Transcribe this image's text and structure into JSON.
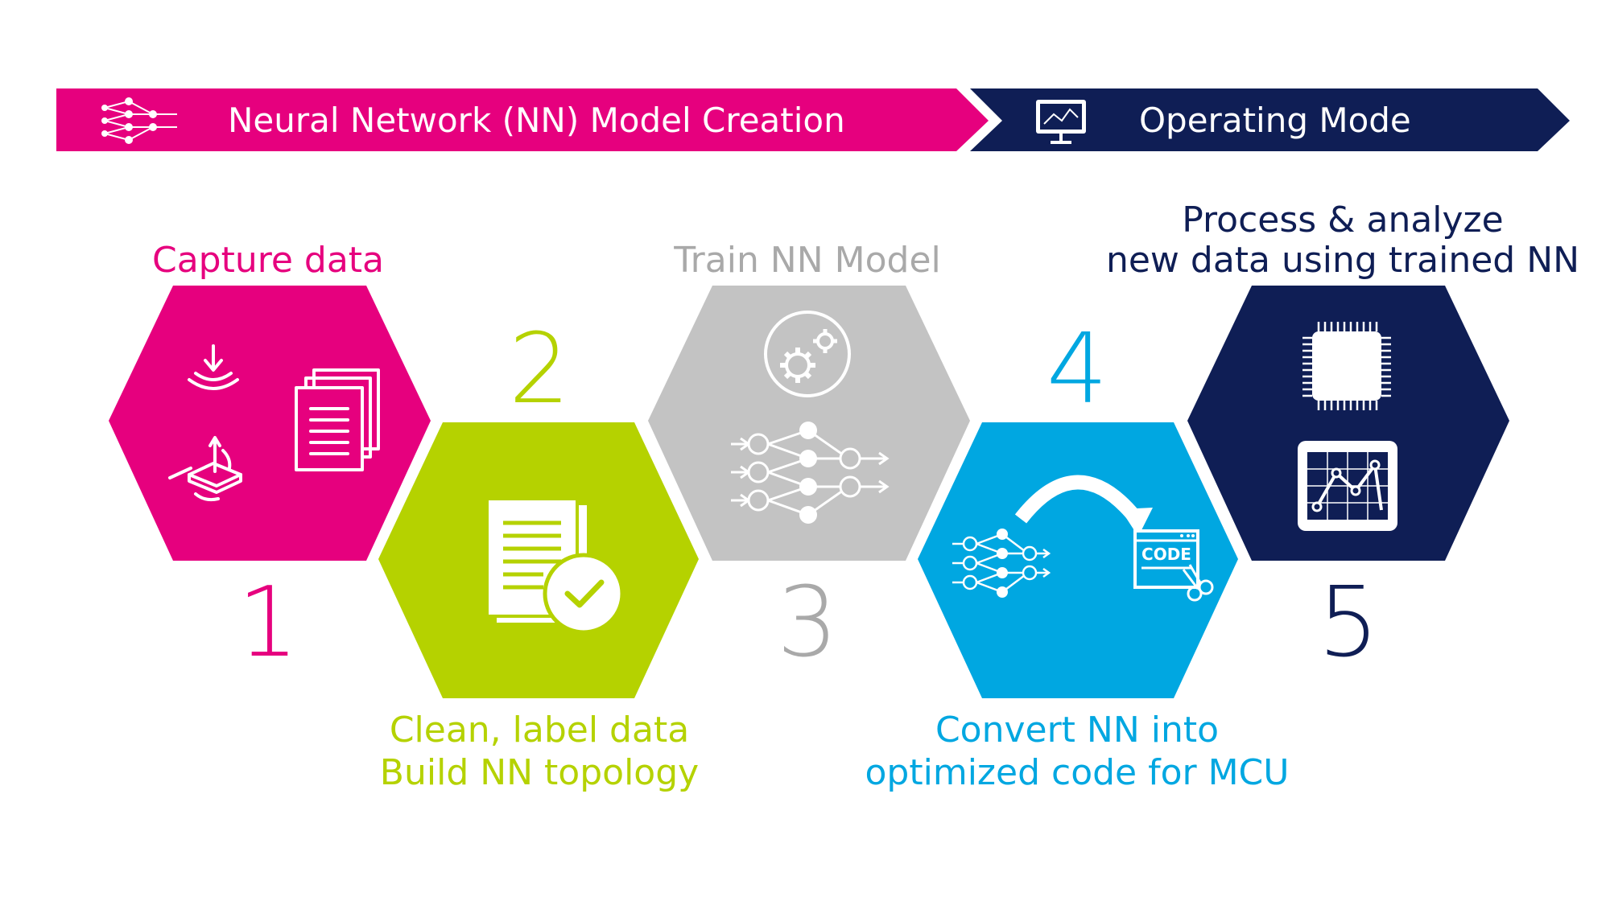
{
  "colors": {
    "pink": "#E6007E",
    "green": "#B5D200",
    "gray": "#C3C3C3",
    "gray_text": "#A9A9A9",
    "blue": "#00A7E1",
    "navy": "#0F1E55"
  },
  "phases": {
    "creation": {
      "label": "Neural Network (NN) Model Creation",
      "icon": "neural-network-icon"
    },
    "operating": {
      "label": "Operating Mode",
      "icon": "monitor-chart-icon"
    }
  },
  "steps": [
    {
      "number": "1",
      "label_lines": [
        "Capture data"
      ],
      "icons": [
        "sensor-download-icon",
        "motion-sensor-icon",
        "documents-icon"
      ]
    },
    {
      "number": "2",
      "label_lines": [
        "Clean, label data",
        "Build NN topology"
      ],
      "icons": [
        "document-check-icon"
      ]
    },
    {
      "number": "3",
      "label_lines": [
        "Train NN Model"
      ],
      "icons": [
        "gears-icon",
        "neural-network-icon"
      ]
    },
    {
      "number": "4",
      "label_lines": [
        "Convert NN into",
        "optimized code for MCU"
      ],
      "icons": [
        "neural-network-icon",
        "curved-arrow-icon",
        "code-window-icon"
      ]
    },
    {
      "number": "5",
      "label_lines": [
        "Process & analyze",
        "new data using trained NN"
      ],
      "icons": [
        "microchip-icon",
        "chart-icon"
      ]
    }
  ]
}
